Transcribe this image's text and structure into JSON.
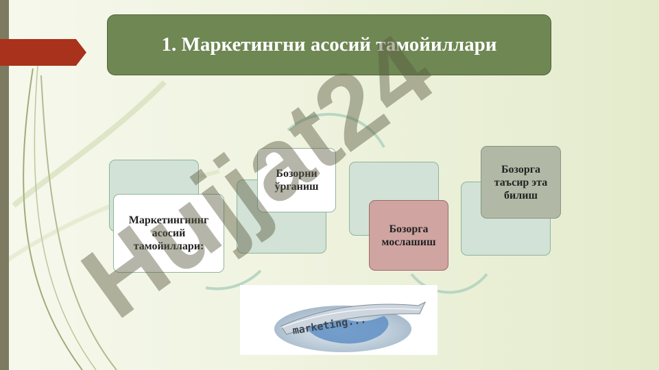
{
  "slide": {
    "title": "1. Маркетингни асосий тамойиллари"
  },
  "diagram": {
    "center_label": "Маркетингнинг асосий тамойиллари:",
    "steps": [
      {
        "label": "Бозорни ўрганиш"
      },
      {
        "label": "Бозорга мослашиш"
      },
      {
        "label": "Бозорга таъсир эта билиш"
      }
    ]
  },
  "logo": {
    "banner_text": "marketing..."
  },
  "watermark": {
    "text": "Hujjat24"
  },
  "colors": {
    "title_bg": "#6e8753",
    "accent_tab": "#a8321c",
    "card_rose": "#cfa4a1",
    "card_grey": "#b1b9a6"
  }
}
